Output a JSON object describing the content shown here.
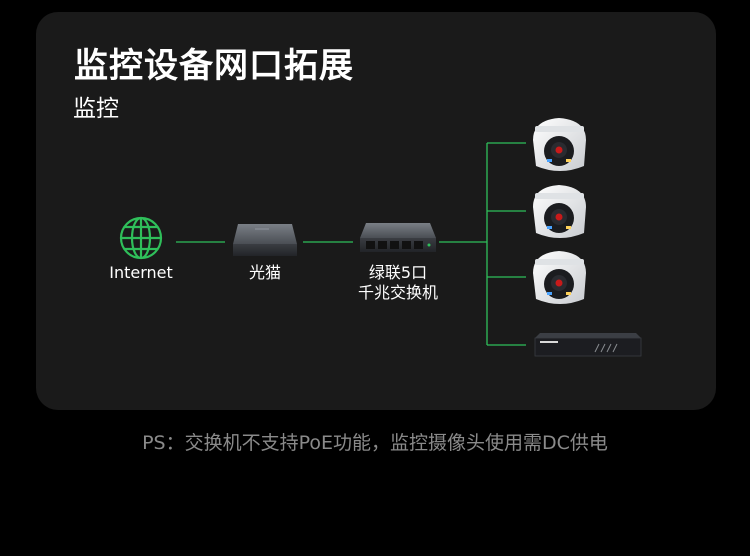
{
  "title": "监控设备网口拓展",
  "subtitle": "监控",
  "nodes": {
    "internet": "Internet",
    "modem": "光猫",
    "switch_line1": "绿联5口",
    "switch_line2": "千兆交换机"
  },
  "footnote": "PS：交换机不支持PoE功能，监控摄像头使用需DC供电",
  "colors": {
    "background": "#000000",
    "card": "#1a1a1a",
    "accent": "#2fbf5a",
    "footnote": "#8a8a8a"
  },
  "icons": [
    "globe-icon",
    "modem-device",
    "switch-device",
    "dome-camera",
    "nvr-recorder"
  ]
}
